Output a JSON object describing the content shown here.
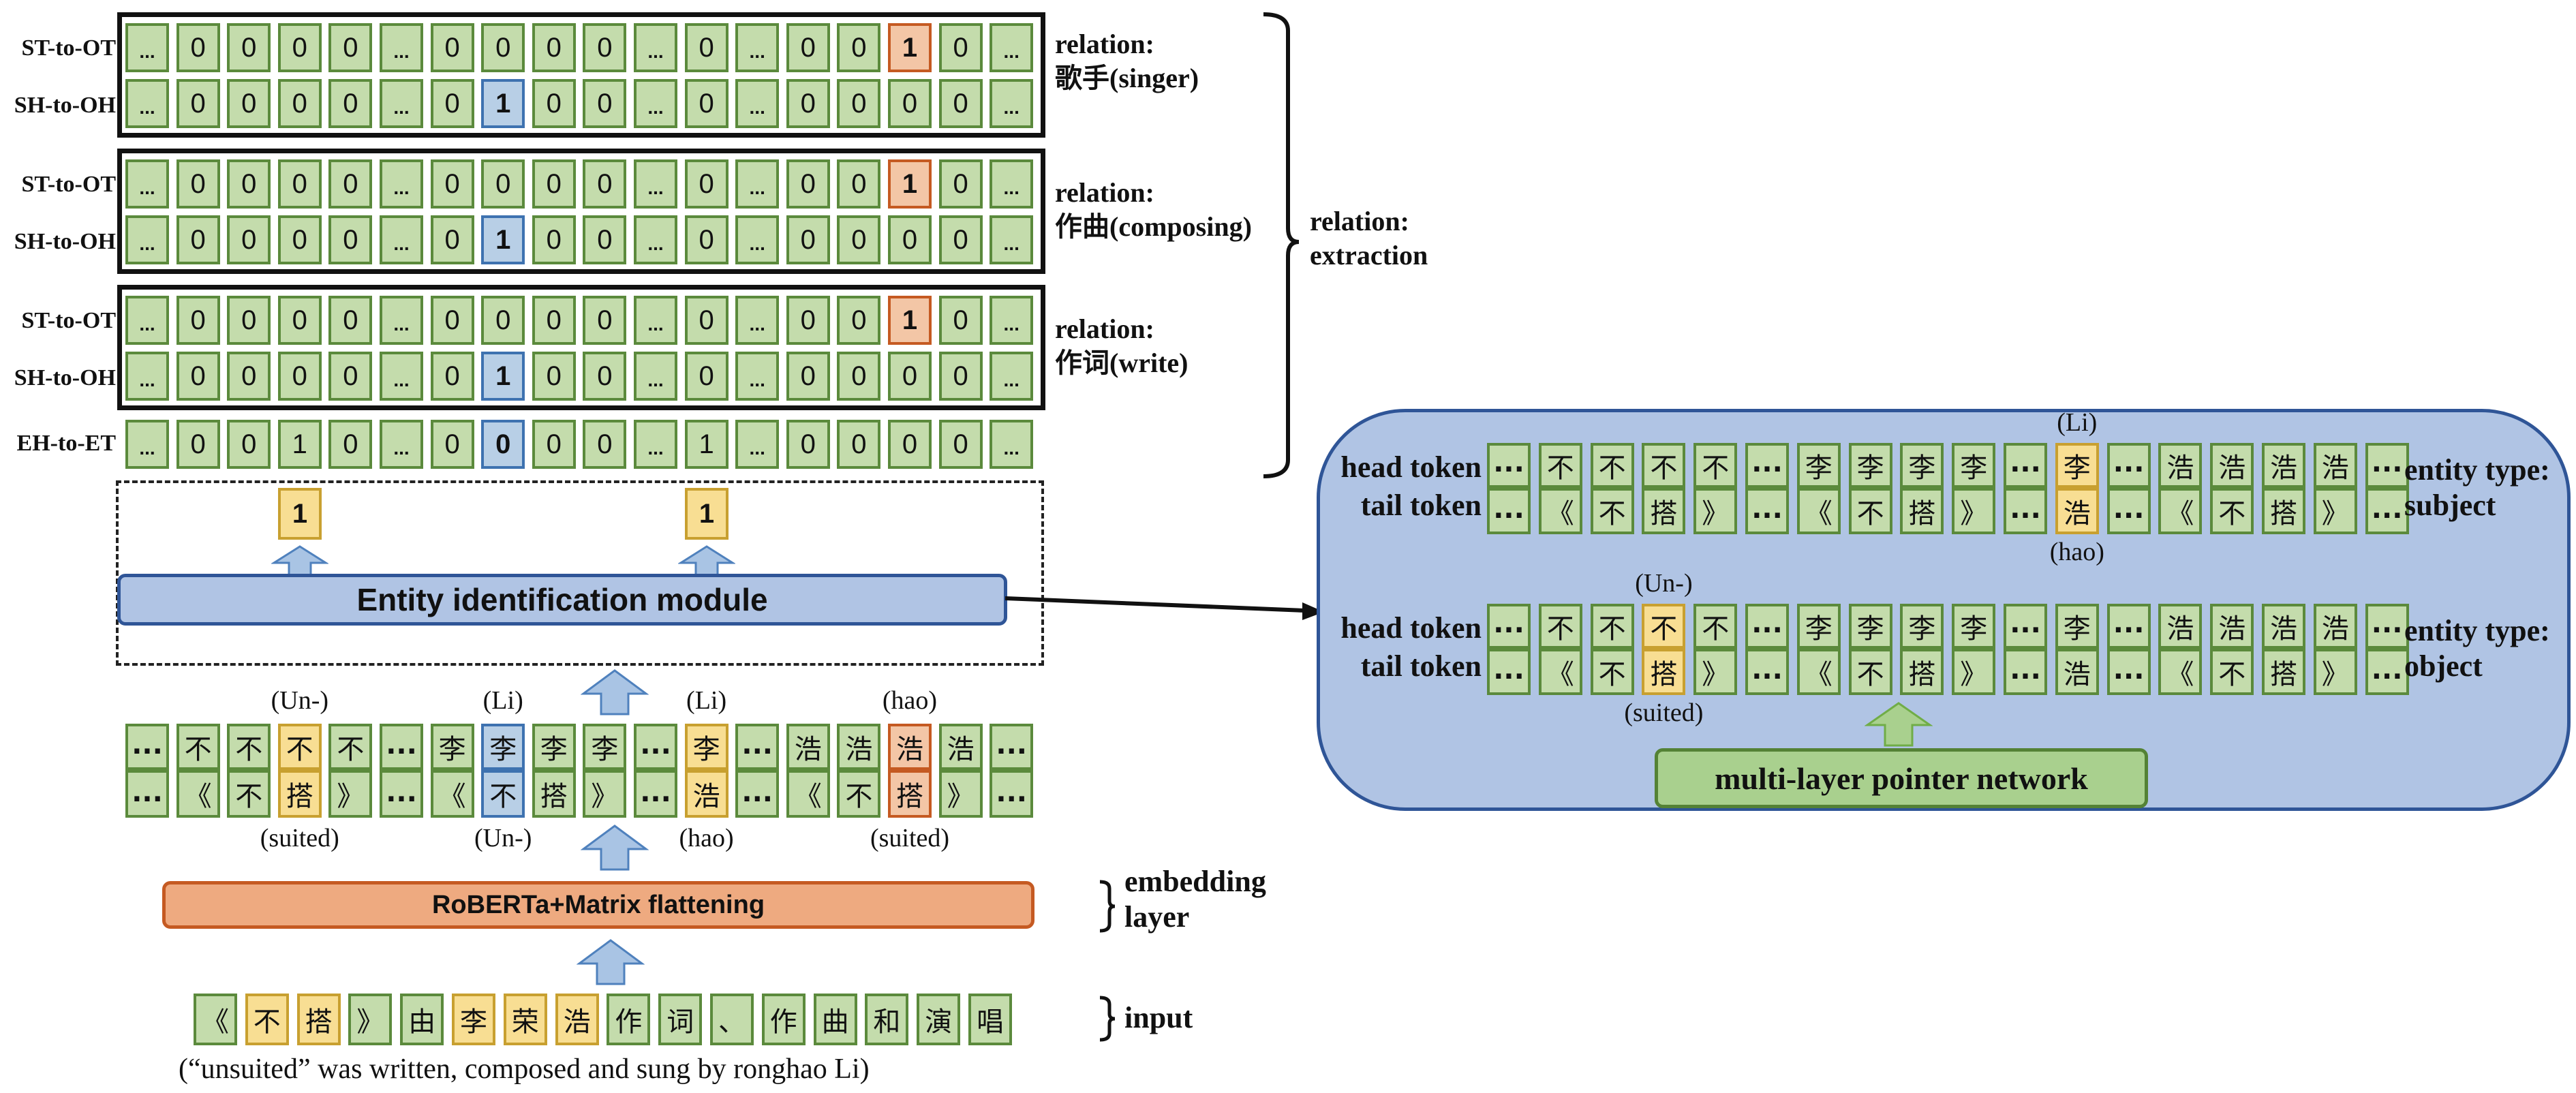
{
  "relation_extraction": {
    "row_labels": {
      "st": "ST-to-OT",
      "sh": "SH-to-OH",
      "eh": "EH-to-ET"
    },
    "blocks": [
      {
        "relation_title": "relation:",
        "relation_name": "歌手(singer)",
        "st_row": [
          "...",
          "0",
          "0",
          "0",
          "0",
          "...",
          "0",
          "0",
          "0",
          "0",
          "...",
          "0",
          "...",
          "0",
          "0",
          "1",
          "0",
          "..."
        ],
        "sh_row": [
          "...",
          "0",
          "0",
          "0",
          "0",
          "...",
          "0",
          "1",
          "0",
          "0",
          "...",
          "0",
          "...",
          "0",
          "0",
          "0",
          "0",
          "..."
        ],
        "st_highlight": {
          "15": "orange"
        },
        "sh_highlight": {
          "7": "blue"
        }
      },
      {
        "relation_title": "relation:",
        "relation_name": "作曲(composing)",
        "st_row": [
          "...",
          "0",
          "0",
          "0",
          "0",
          "...",
          "0",
          "0",
          "0",
          "0",
          "...",
          "0",
          "...",
          "0",
          "0",
          "1",
          "0",
          "..."
        ],
        "sh_row": [
          "...",
          "0",
          "0",
          "0",
          "0",
          "...",
          "0",
          "1",
          "0",
          "0",
          "...",
          "0",
          "...",
          "0",
          "0",
          "0",
          "0",
          "..."
        ],
        "st_highlight": {
          "15": "orange"
        },
        "sh_highlight": {
          "7": "blue"
        }
      },
      {
        "relation_title": "relation:",
        "relation_name": "作词(write)",
        "st_row": [
          "...",
          "0",
          "0",
          "0",
          "0",
          "...",
          "0",
          "0",
          "0",
          "0",
          "...",
          "0",
          "...",
          "0",
          "0",
          "1",
          "0",
          "..."
        ],
        "sh_row": [
          "...",
          "0",
          "0",
          "0",
          "0",
          "...",
          "0",
          "1",
          "0",
          "0",
          "...",
          "0",
          "...",
          "0",
          "0",
          "0",
          "0",
          "..."
        ],
        "st_highlight": {
          "15": "orange"
        },
        "sh_highlight": {
          "7": "blue"
        }
      }
    ],
    "eh_row": [
      "...",
      "0",
      "0",
      "1",
      "0",
      "...",
      "0",
      "0",
      "0",
      "0",
      "...",
      "1",
      "...",
      "0",
      "0",
      "0",
      "0",
      "..."
    ],
    "eh_highlight": {
      "7": "blue"
    },
    "brace_label_line1": "relation:",
    "brace_label_line2": "extraction"
  },
  "entity_module": {
    "label": "Entity identification module",
    "outputs": [
      "1",
      "1"
    ]
  },
  "token_matrix": {
    "top_row": [
      "...",
      "不",
      "不",
      "不",
      "不",
      "...",
      "李",
      "李",
      "李",
      "李",
      "...",
      "李",
      "...",
      "浩",
      "浩",
      "浩",
      "浩",
      "..."
    ],
    "bottom_row": [
      "...",
      "《",
      "不",
      "搭",
      "》",
      "...",
      "《",
      "不",
      "搭",
      "》",
      "...",
      "浩",
      "...",
      "《",
      "不",
      "搭",
      "》",
      "..."
    ],
    "highlight": {
      "3": "yellow",
      "7": "blue",
      "11": "yellow",
      "15": "orange"
    },
    "annotations_top": [
      {
        "col": 3,
        "text": "(Un-)"
      },
      {
        "col": 7,
        "text": "(Li)"
      },
      {
        "col": 11,
        "text": "(Li)"
      },
      {
        "col": 15,
        "text": "(hao)"
      }
    ],
    "annotations_bottom": [
      {
        "col": 3,
        "text": "(suited)"
      },
      {
        "col": 7,
        "text": "(Un-)"
      },
      {
        "col": 11,
        "text": "(hao)"
      },
      {
        "col": 15,
        "text": "(suited)"
      }
    ]
  },
  "embedding": {
    "label": "RoBERTa+Matrix flattening",
    "side_label_line1": "embedding",
    "side_label_line2": "layer"
  },
  "input": {
    "tokens": [
      "《",
      "不",
      "搭",
      "》",
      "由",
      "李",
      "荣",
      "浩",
      "作",
      "词",
      "、",
      "作",
      "曲",
      "和",
      "演",
      "唱"
    ],
    "highlight": [
      1,
      2,
      5,
      6,
      7
    ],
    "side_label": "input",
    "caption": "(“unsuited” was written, composed and sung by ronghao Li)"
  },
  "pointer_panel": {
    "network_label": "multi-layer pointer network",
    "head_label": "head token",
    "tail_label": "tail token",
    "head_row": [
      "...",
      "不",
      "不",
      "不",
      "不",
      "...",
      "李",
      "李",
      "李",
      "李",
      "...",
      "李",
      "...",
      "浩",
      "浩",
      "浩",
      "浩",
      "..."
    ],
    "tail_row": [
      "...",
      "《",
      "不",
      "搭",
      "》",
      "...",
      "《",
      "不",
      "搭",
      "》",
      "...",
      "浩",
      "...",
      "《",
      "不",
      "搭",
      "》",
      "..."
    ],
    "subject": {
      "type_line1": "entity type:",
      "type_line2": "subject",
      "highlight_col": 11,
      "top_annotation": "(Li)",
      "bottom_annotation": "(hao)"
    },
    "object": {
      "type_line1": "entity type:",
      "type_line2": "object",
      "highlight_col": 3,
      "top_annotation": "(Un-)",
      "bottom_annotation": "(suited)"
    }
  },
  "colors": {
    "cell_green": "#c4dcac",
    "cell_green_border": "#5b8a3c",
    "highlight_blue": "#b8cfe6",
    "highlight_orange": "#f3c6a6",
    "highlight_yellow": "#f8de93",
    "module_blue": "#b0c4e4",
    "embedding_orange": "#eeaa80",
    "pointer_green": "#a9d08e"
  }
}
